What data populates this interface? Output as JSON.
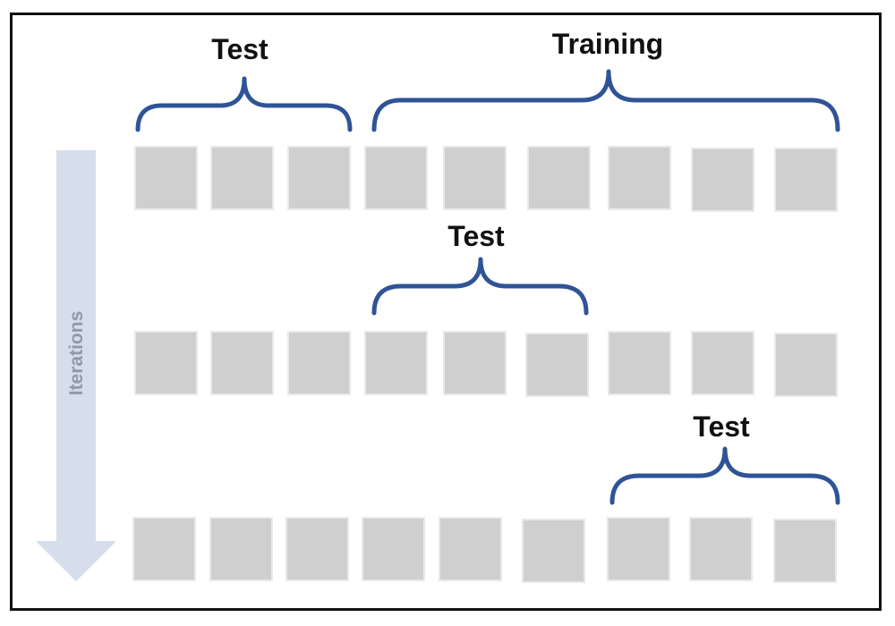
{
  "arrow": {
    "label": "Iterations",
    "color": "#d5deea"
  },
  "brace_color": "#2f5496",
  "block_color": "#cfcfcf",
  "rows": [
    {
      "blocks": 9,
      "braces": [
        {
          "label": "Test",
          "from_block": 1,
          "to_block": 3
        },
        {
          "label": "Training",
          "from_block": 4,
          "to_block": 9
        }
      ]
    },
    {
      "blocks": 9,
      "braces": [
        {
          "label": "Test",
          "from_block": 4,
          "to_block": 6
        }
      ]
    },
    {
      "blocks": 9,
      "braces": [
        {
          "label": "Test",
          "from_block": 7,
          "to_block": 9
        }
      ]
    }
  ]
}
